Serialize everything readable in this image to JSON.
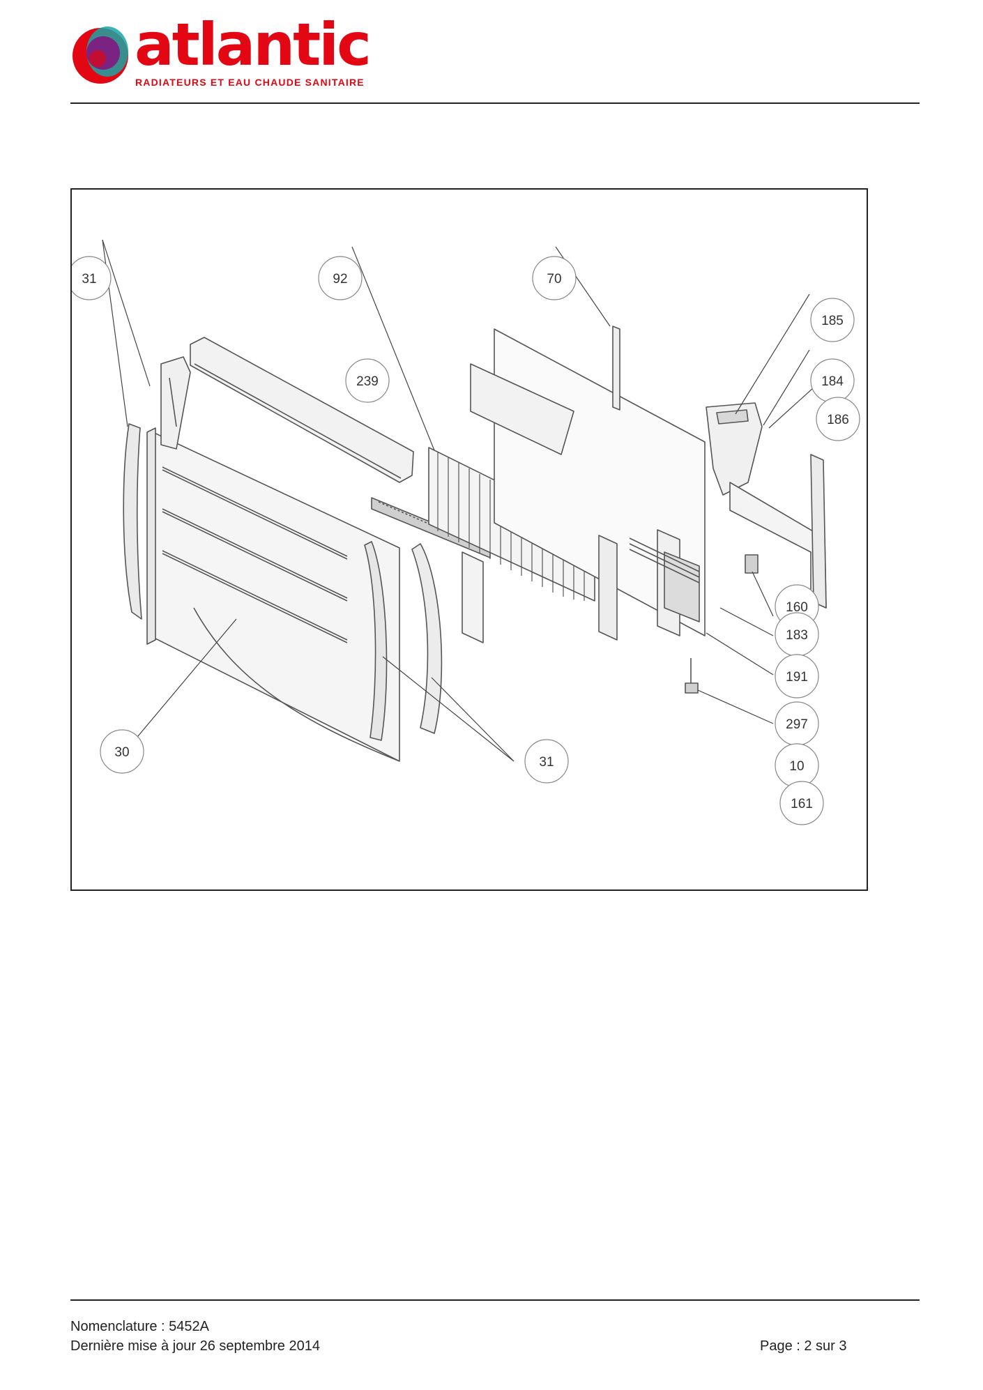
{
  "brand": {
    "name": "atlantic",
    "tagline": "RADIATEURS ET EAU CHAUDE SANITAIRE",
    "colors": {
      "red": "#e30613",
      "purple": "#7b2382",
      "teal": "#1aa6a6"
    }
  },
  "diagram": {
    "callouts": [
      "31",
      "92",
      "70",
      "185",
      "239",
      "184",
      "186",
      "160",
      "183",
      "191",
      "297",
      "10",
      "161",
      "30",
      "31"
    ]
  },
  "footer": {
    "nomenclature": "Nomenclature : 5452A",
    "last_update": "Dernière mise à jour 26 septembre 2014",
    "page": "Page : 2 sur 3"
  }
}
